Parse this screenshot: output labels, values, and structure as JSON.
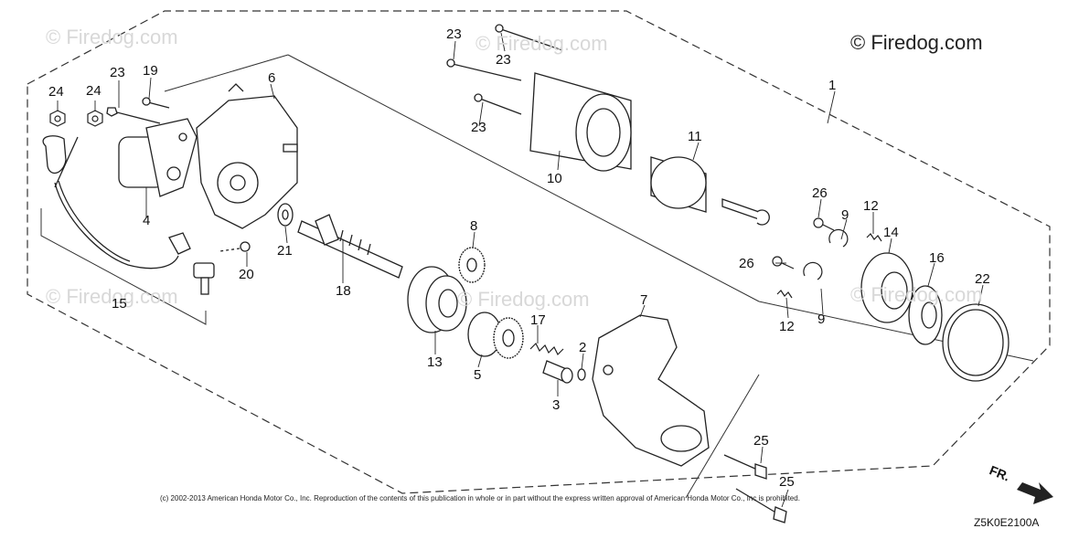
{
  "brand": {
    "text": "© Firedog.com"
  },
  "watermarks": [
    "© Firedog.com",
    "© Firedog.com",
    "© Firedog.com",
    "© Firedog.com",
    "© Firedog.com"
  ],
  "copyright": "(c) 2002-2013 American Honda Motor Co., Inc. Reproduction of the contents of this publication in whole or in part without the express written approval of American Honda Motor Co., Inc is prohibited.",
  "diagram_code": "Z5K0E2100A",
  "direction_label": "FR.",
  "callouts": {
    "p1": "1",
    "p2": "2",
    "p3": "3",
    "p4": "4",
    "p5": "5",
    "p6": "6",
    "p7": "7",
    "p8": "8",
    "p9a": "9",
    "p9b": "9",
    "p10": "10",
    "p11": "11",
    "p12a": "12",
    "p12b": "12",
    "p13": "13",
    "p14": "14",
    "p15": "15",
    "p16": "16",
    "p17": "17",
    "p18": "18",
    "p19": "19",
    "p20": "20",
    "p21": "21",
    "p22": "22",
    "p23a": "23",
    "p23b": "23",
    "p23c": "23",
    "p23d": "23",
    "p24a": "24",
    "p24b": "24",
    "p25a": "25",
    "p25b": "25",
    "p26a": "26",
    "p26b": "26"
  }
}
